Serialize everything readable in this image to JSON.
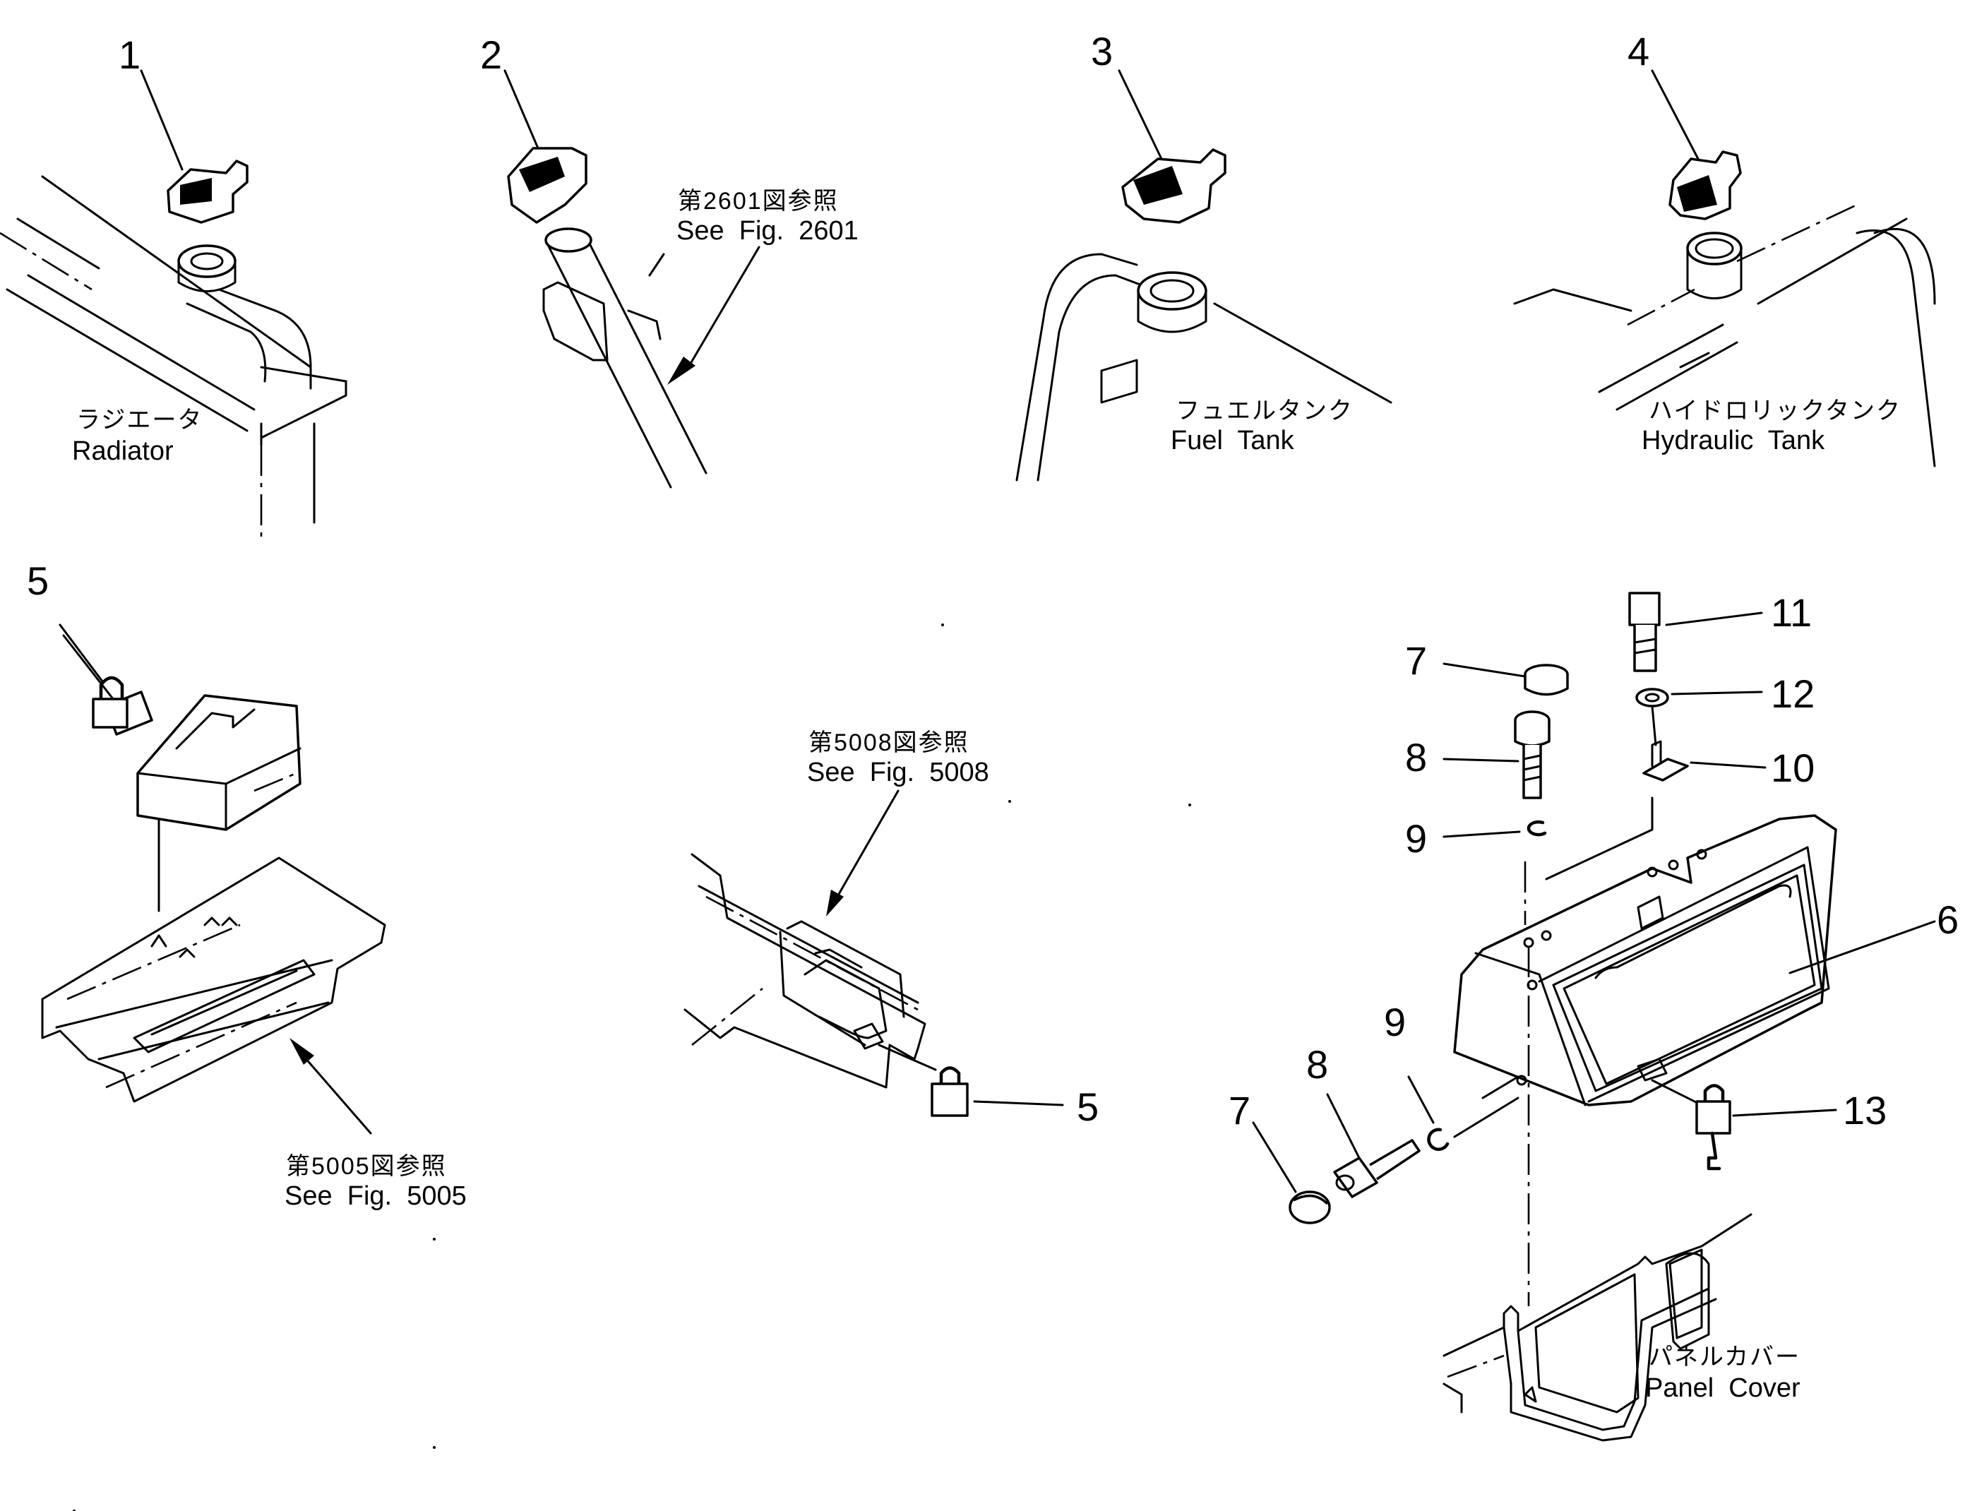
{
  "callouts": [
    "1",
    "2",
    "3",
    "4",
    "5",
    "5",
    "6",
    "7",
    "8",
    "9",
    "7",
    "8",
    "9",
    "10",
    "11",
    "12",
    "13"
  ],
  "labels": {
    "radiator_jp": "ラジエータ",
    "radiator_en": "Radiator",
    "fuel_tank_jp": "フュエルタンク",
    "fuel_tank_en": "Fuel  Tank",
    "hydraulic_tank_jp": "ハイドロリックタンク",
    "hydraulic_tank_en": "Hydraulic  Tank",
    "panel_cover_jp": "パネルカバー",
    "panel_cover_en": "Panel  Cover"
  },
  "references": {
    "fig2601_jp": "第2601図参照",
    "fig2601_en": "See  Fig.  2601",
    "fig5008_jp": "第5008図参照",
    "fig5008_en": "See  Fig.  5008",
    "fig5005_jp": "第5005図参照",
    "fig5005_en": "See  Fig.  5005"
  },
  "icons": [
    "radiator-cap-icon",
    "filler-cap-icon",
    "fuel-cap-icon",
    "hydraulic-cap-icon",
    "padlock-icon",
    "plug-icon",
    "bolt-icon",
    "snap-ring-icon",
    "washer-icon",
    "hinge-icon",
    "key-padlock-icon"
  ]
}
